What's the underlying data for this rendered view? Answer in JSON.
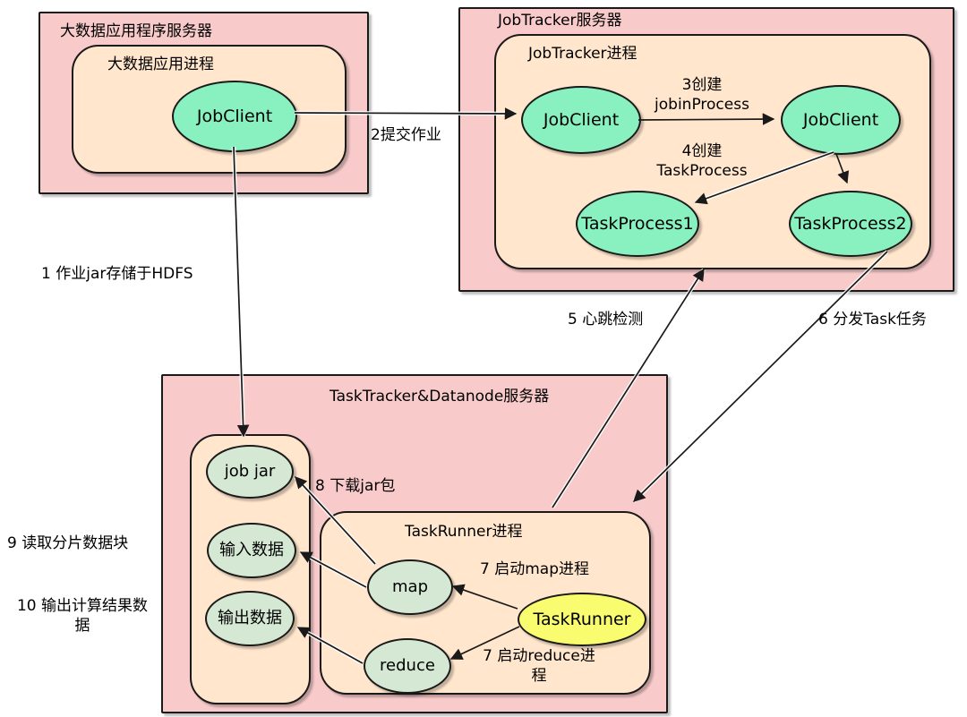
{
  "diagram": {
    "app_server": {
      "title": "大数据应用程序服务器",
      "process_title": "大数据应用进程",
      "node_label": "JobClient"
    },
    "jobtracker": {
      "title": "JobTracker服务器",
      "process_title": "JobTracker进程",
      "jobclient_left": "JobClient",
      "jobclient_right": "JobClient",
      "taskprocess1": "TaskProcess1",
      "taskprocess2": "TaskProcess2"
    },
    "tasktracker": {
      "title": "TaskTracker&Datanode服务器",
      "job_jar": "job jar",
      "input_data": "输入数据",
      "output_data": "输出数据",
      "runner_title": "TaskRunner进程",
      "map": "map",
      "reduce": "reduce",
      "taskrunner": "TaskRunner"
    },
    "steps": {
      "s1": "1 作业jar存储于HDFS",
      "s2": "2提交作业",
      "s3": "3创建\njobinProcess",
      "s4": "4创建\nTaskProcess",
      "s5": "5 心跳检测",
      "s6": "6 分发Task任务",
      "s7_map": "7 启动map进程",
      "s7_reduce": "7 启动reduce进\n程",
      "s8": "8 下载jar包",
      "s9": "9 读取分片数据块",
      "s10": "10 输出计算结果数\n据"
    }
  },
  "colors": {
    "server_fill": "#f8caca",
    "process_fill": "#ffe6cc",
    "node_mint": "#89f0bf",
    "node_green": "#d5e8d4",
    "node_yellow": "#f9fc6e",
    "border": "#1a1a1a"
  }
}
